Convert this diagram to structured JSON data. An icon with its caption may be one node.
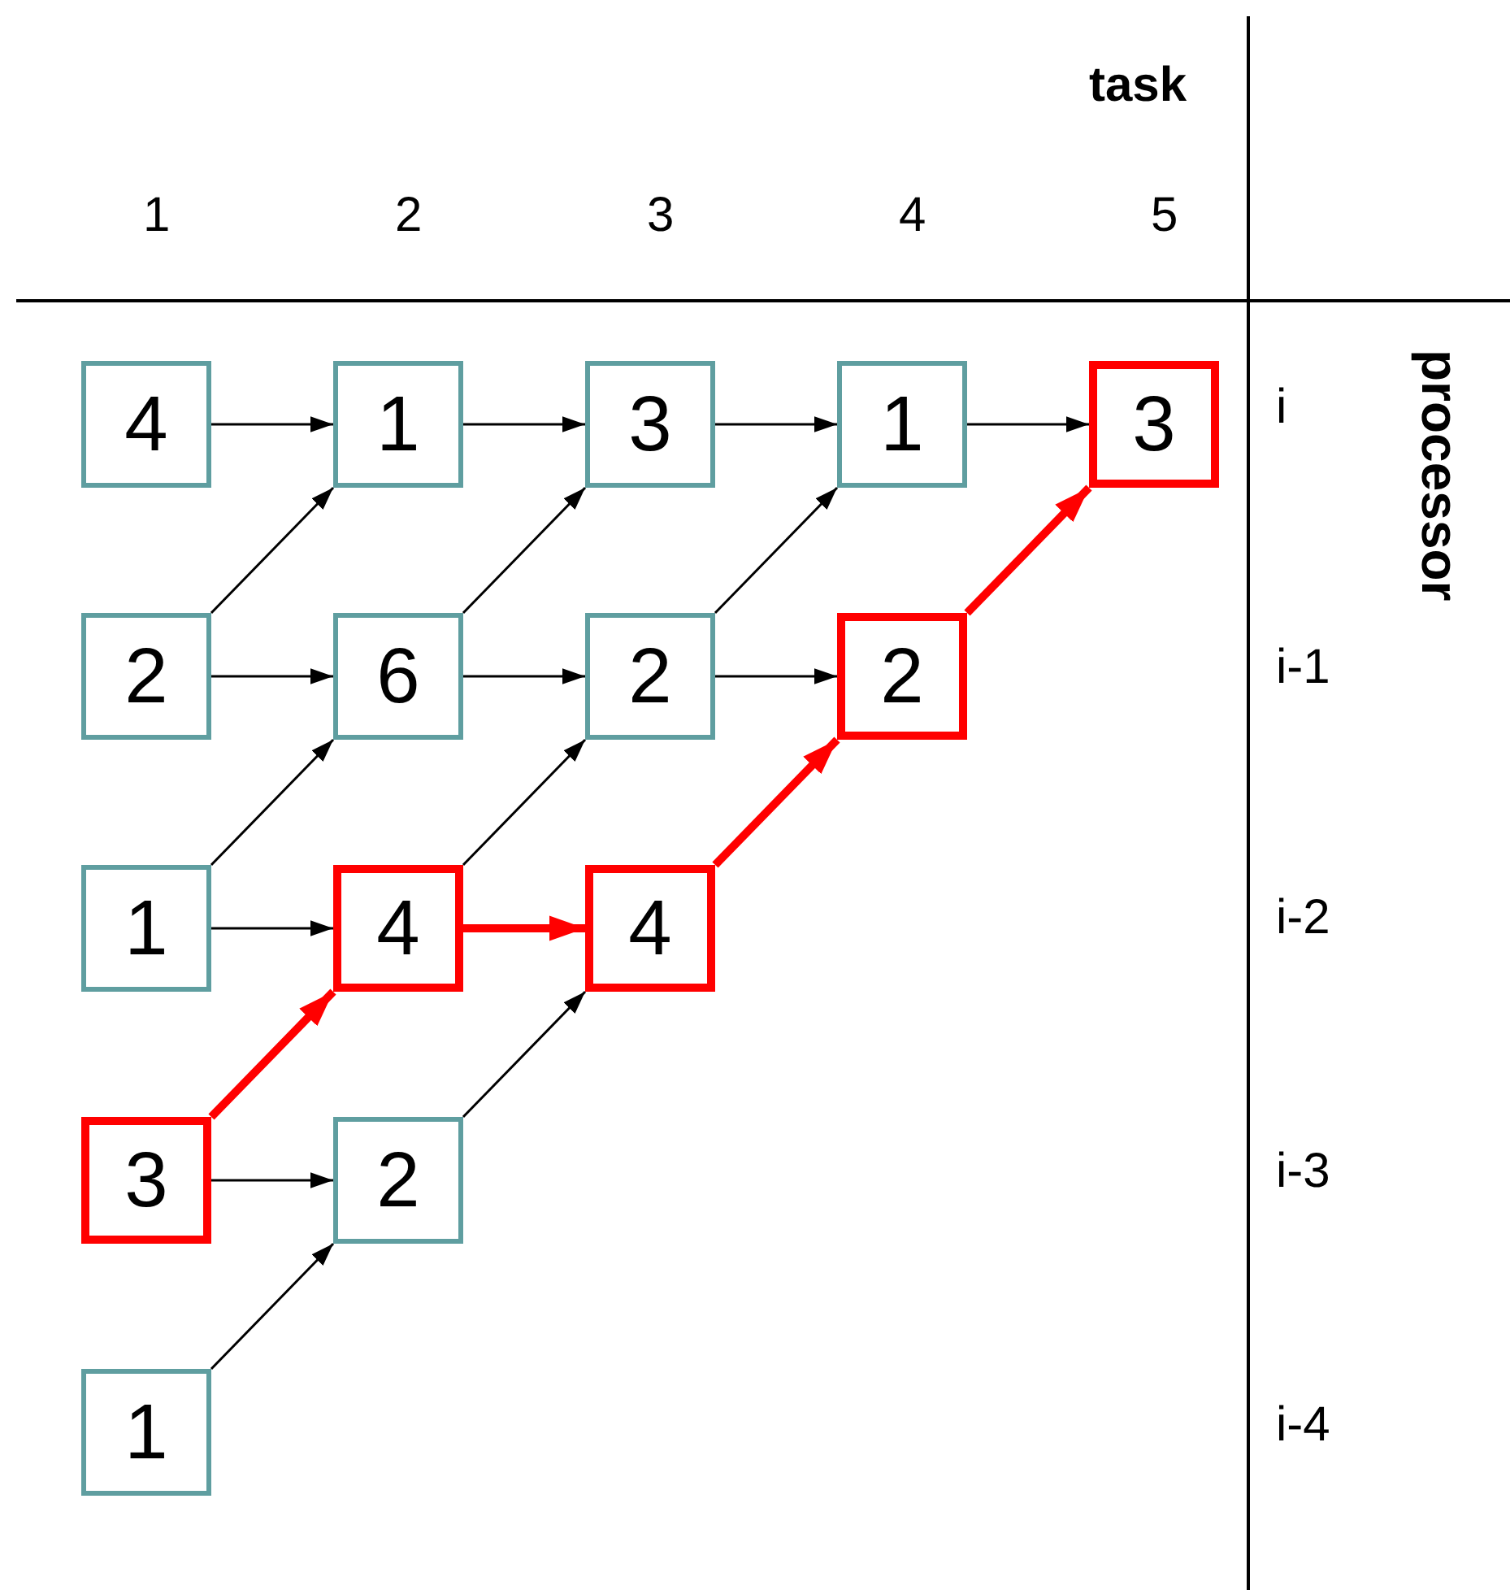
{
  "diagram": {
    "nodes": [
      {
        "text": [
          "4"
        ]
      },
      {
        "text": [
          "1"
        ]
      },
      {
        "text": [
          "3"
        ]
      },
      {
        "text": [
          "1"
        ]
      },
      {
        "text": [
          "3"
        ]
      },
      {
        "text": [
          "2"
        ]
      },
      {
        "text": [
          "6"
        ]
      },
      {
        "text": [
          "2"
        ]
      },
      {
        "text": [
          "2"
        ]
      },
      {
        "text": [
          "1"
        ]
      },
      {
        "text": [
          "4"
        ]
      },
      {
        "text": [
          "4"
        ]
      },
      {
        "text": [
          "3"
        ]
      },
      {
        "text": [
          "2"
        ]
      },
      {
        "text": [
          "1"
        ]
      }
    ],
    "edges": [
      {
        "from": 0,
        "to": 1,
        "arrow": "to"
      },
      {
        "from": 1,
        "to": 2,
        "arrow": "to"
      },
      {
        "from": 2,
        "to": 3,
        "arrow": "to"
      },
      {
        "from": 3,
        "to": 4,
        "arrow": "to"
      },
      {
        "from": 5,
        "to": 1,
        "arrow": "to"
      },
      {
        "from": 5,
        "to": 6,
        "arrow": "to"
      },
      {
        "from": 6,
        "to": 2,
        "arrow": "to"
      },
      {
        "from": 6,
        "to": 7,
        "arrow": "to"
      },
      {
        "from": 7,
        "to": 3,
        "arrow": "to"
      },
      {
        "from": 7,
        "to": 8,
        "arrow": "to"
      },
      {
        "from": 8,
        "to": 4,
        "arrow": "to",
        "style": "thick",
        "color": "#ff0000"
      },
      {
        "from": 9,
        "to": 6,
        "arrow": "to"
      },
      {
        "from": 9,
        "to": 10,
        "arrow": "to"
      },
      {
        "from": 10,
        "to": 7,
        "arrow": "to"
      },
      {
        "from": 10,
        "to": 11,
        "arrow": "to",
        "style": "thick",
        "color": "#ff0000"
      },
      {
        "from": 11,
        "to": 8,
        "arrow": "to",
        "style": "thick",
        "color": "#ff0000"
      },
      {
        "from": 12,
        "to": 10,
        "arrow": "to",
        "style": "thick",
        "color": "#ff0000"
      },
      {
        "from": 12,
        "to": 13,
        "arrow": "to"
      },
      {
        "from": 13,
        "to": 11,
        "arrow": "to"
      },
      {
        "from": 14,
        "to": 13,
        "arrow": "to"
      }
    ],
    "labels": [
      "task",
      "1",
      "2",
      "3",
      "4",
      "5",
      "processor",
      "i",
      "i-1",
      "i-2",
      "i-3",
      "i-4"
    ]
  }
}
